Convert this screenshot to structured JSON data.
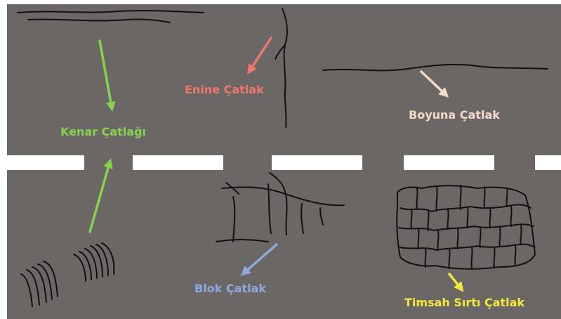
{
  "labels": {
    "kenar": "Kenar Çatlağı",
    "enine": "Enine Çatlak",
    "boyuna": "Boyuna Çatlak",
    "blok": "Blok Çatlak",
    "timsah": "Timsah Sırtı Çatlak"
  },
  "colors": {
    "road": "#6b6767",
    "lane_marking": "#ffffff",
    "crack": "#111111",
    "kenar": "#86d24a",
    "enine": "#f0766a",
    "boyuna": "#f5dcc8",
    "blok": "#8fa8dc",
    "timsah": "#f2ea3a"
  }
}
